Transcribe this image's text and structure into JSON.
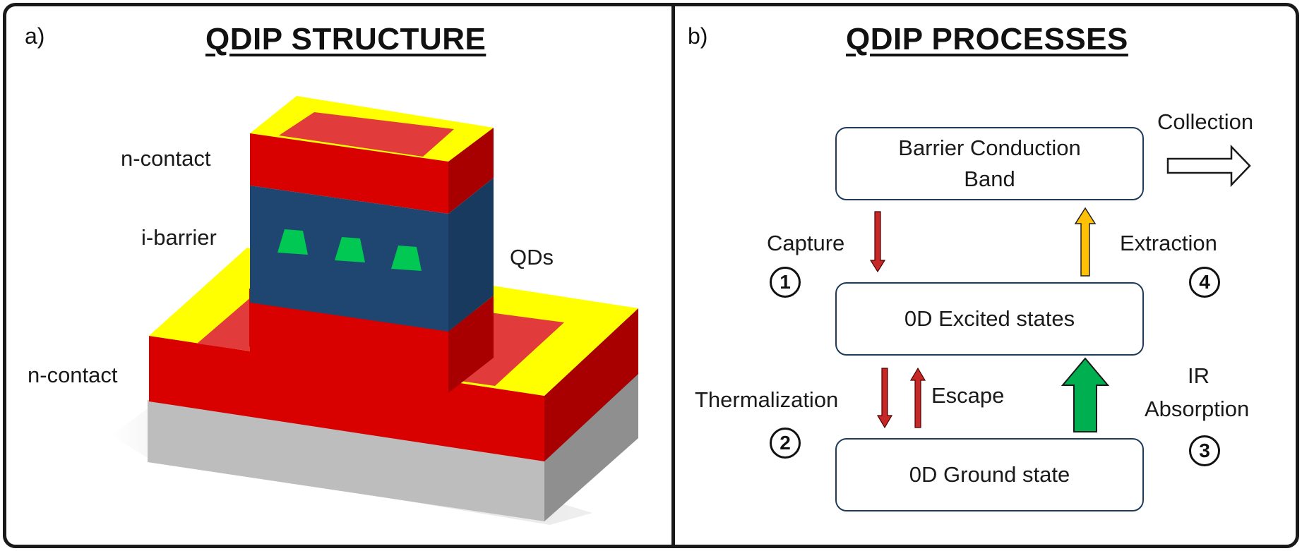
{
  "panel_a": {
    "letter": "a)",
    "title": "QDIP STRUCTURE",
    "labels": {
      "top_contact": "n-contact",
      "barrier": "i-barrier",
      "qds": "QDs",
      "bottom_contact": "n-contact"
    }
  },
  "panel_b": {
    "letter": "b)",
    "title": "QDIP PROCESSES",
    "boxes": {
      "barrier_line1": "Barrier Conduction",
      "barrier_line2": "Band",
      "excited": "0D Excited states",
      "ground": "0D Ground state"
    },
    "processes": {
      "collection": "Collection",
      "capture": "Capture",
      "extraction": "Extraction",
      "thermalization": "Thermalization",
      "escape": "Escape",
      "ir_line1": "IR",
      "ir_line2": "Absorption"
    },
    "steps": {
      "one": "1",
      "two": "2",
      "three": "3",
      "four": "4"
    }
  },
  "colors": {
    "contact_red": "#d90000",
    "contact_side": "#a80000",
    "contact_top_inner": "#e23b3b",
    "metal_yellow": "#ffff00",
    "barrier_front": "#1f4670",
    "barrier_side": "#173a5e",
    "qd_green": "#00c853",
    "substrate_gray": "#b8b8b8",
    "arrow_red": "#c62828",
    "arrow_yellow": "#ffc107",
    "arrow_green": "#00b050"
  }
}
